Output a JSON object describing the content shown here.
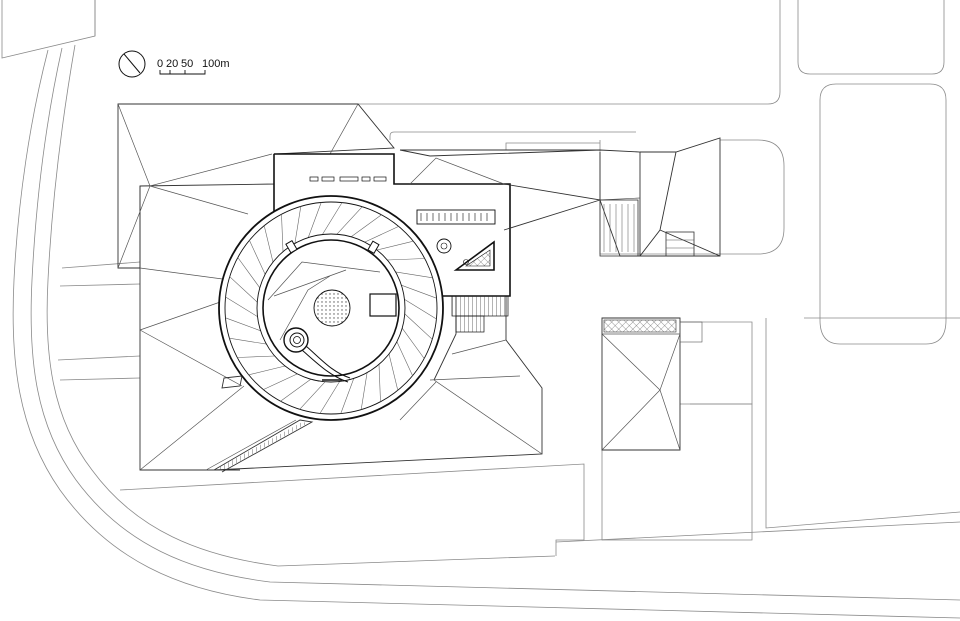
{
  "scale_bar": {
    "tick_0": "0",
    "tick_20": "20",
    "tick_50": "50",
    "tick_100": "100m"
  },
  "icons": {
    "north_arrow": "north-arrow-icon"
  }
}
